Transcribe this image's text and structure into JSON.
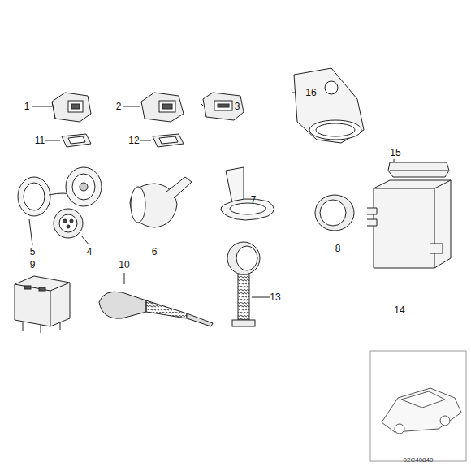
{
  "diagram": {
    "labels": [
      "1",
      "2",
      "3",
      "16",
      "11",
      "12",
      "15",
      "7",
      "5",
      "4",
      "6",
      "8",
      "9",
      "10",
      "13",
      "14",
      "02C40840"
    ]
  }
}
